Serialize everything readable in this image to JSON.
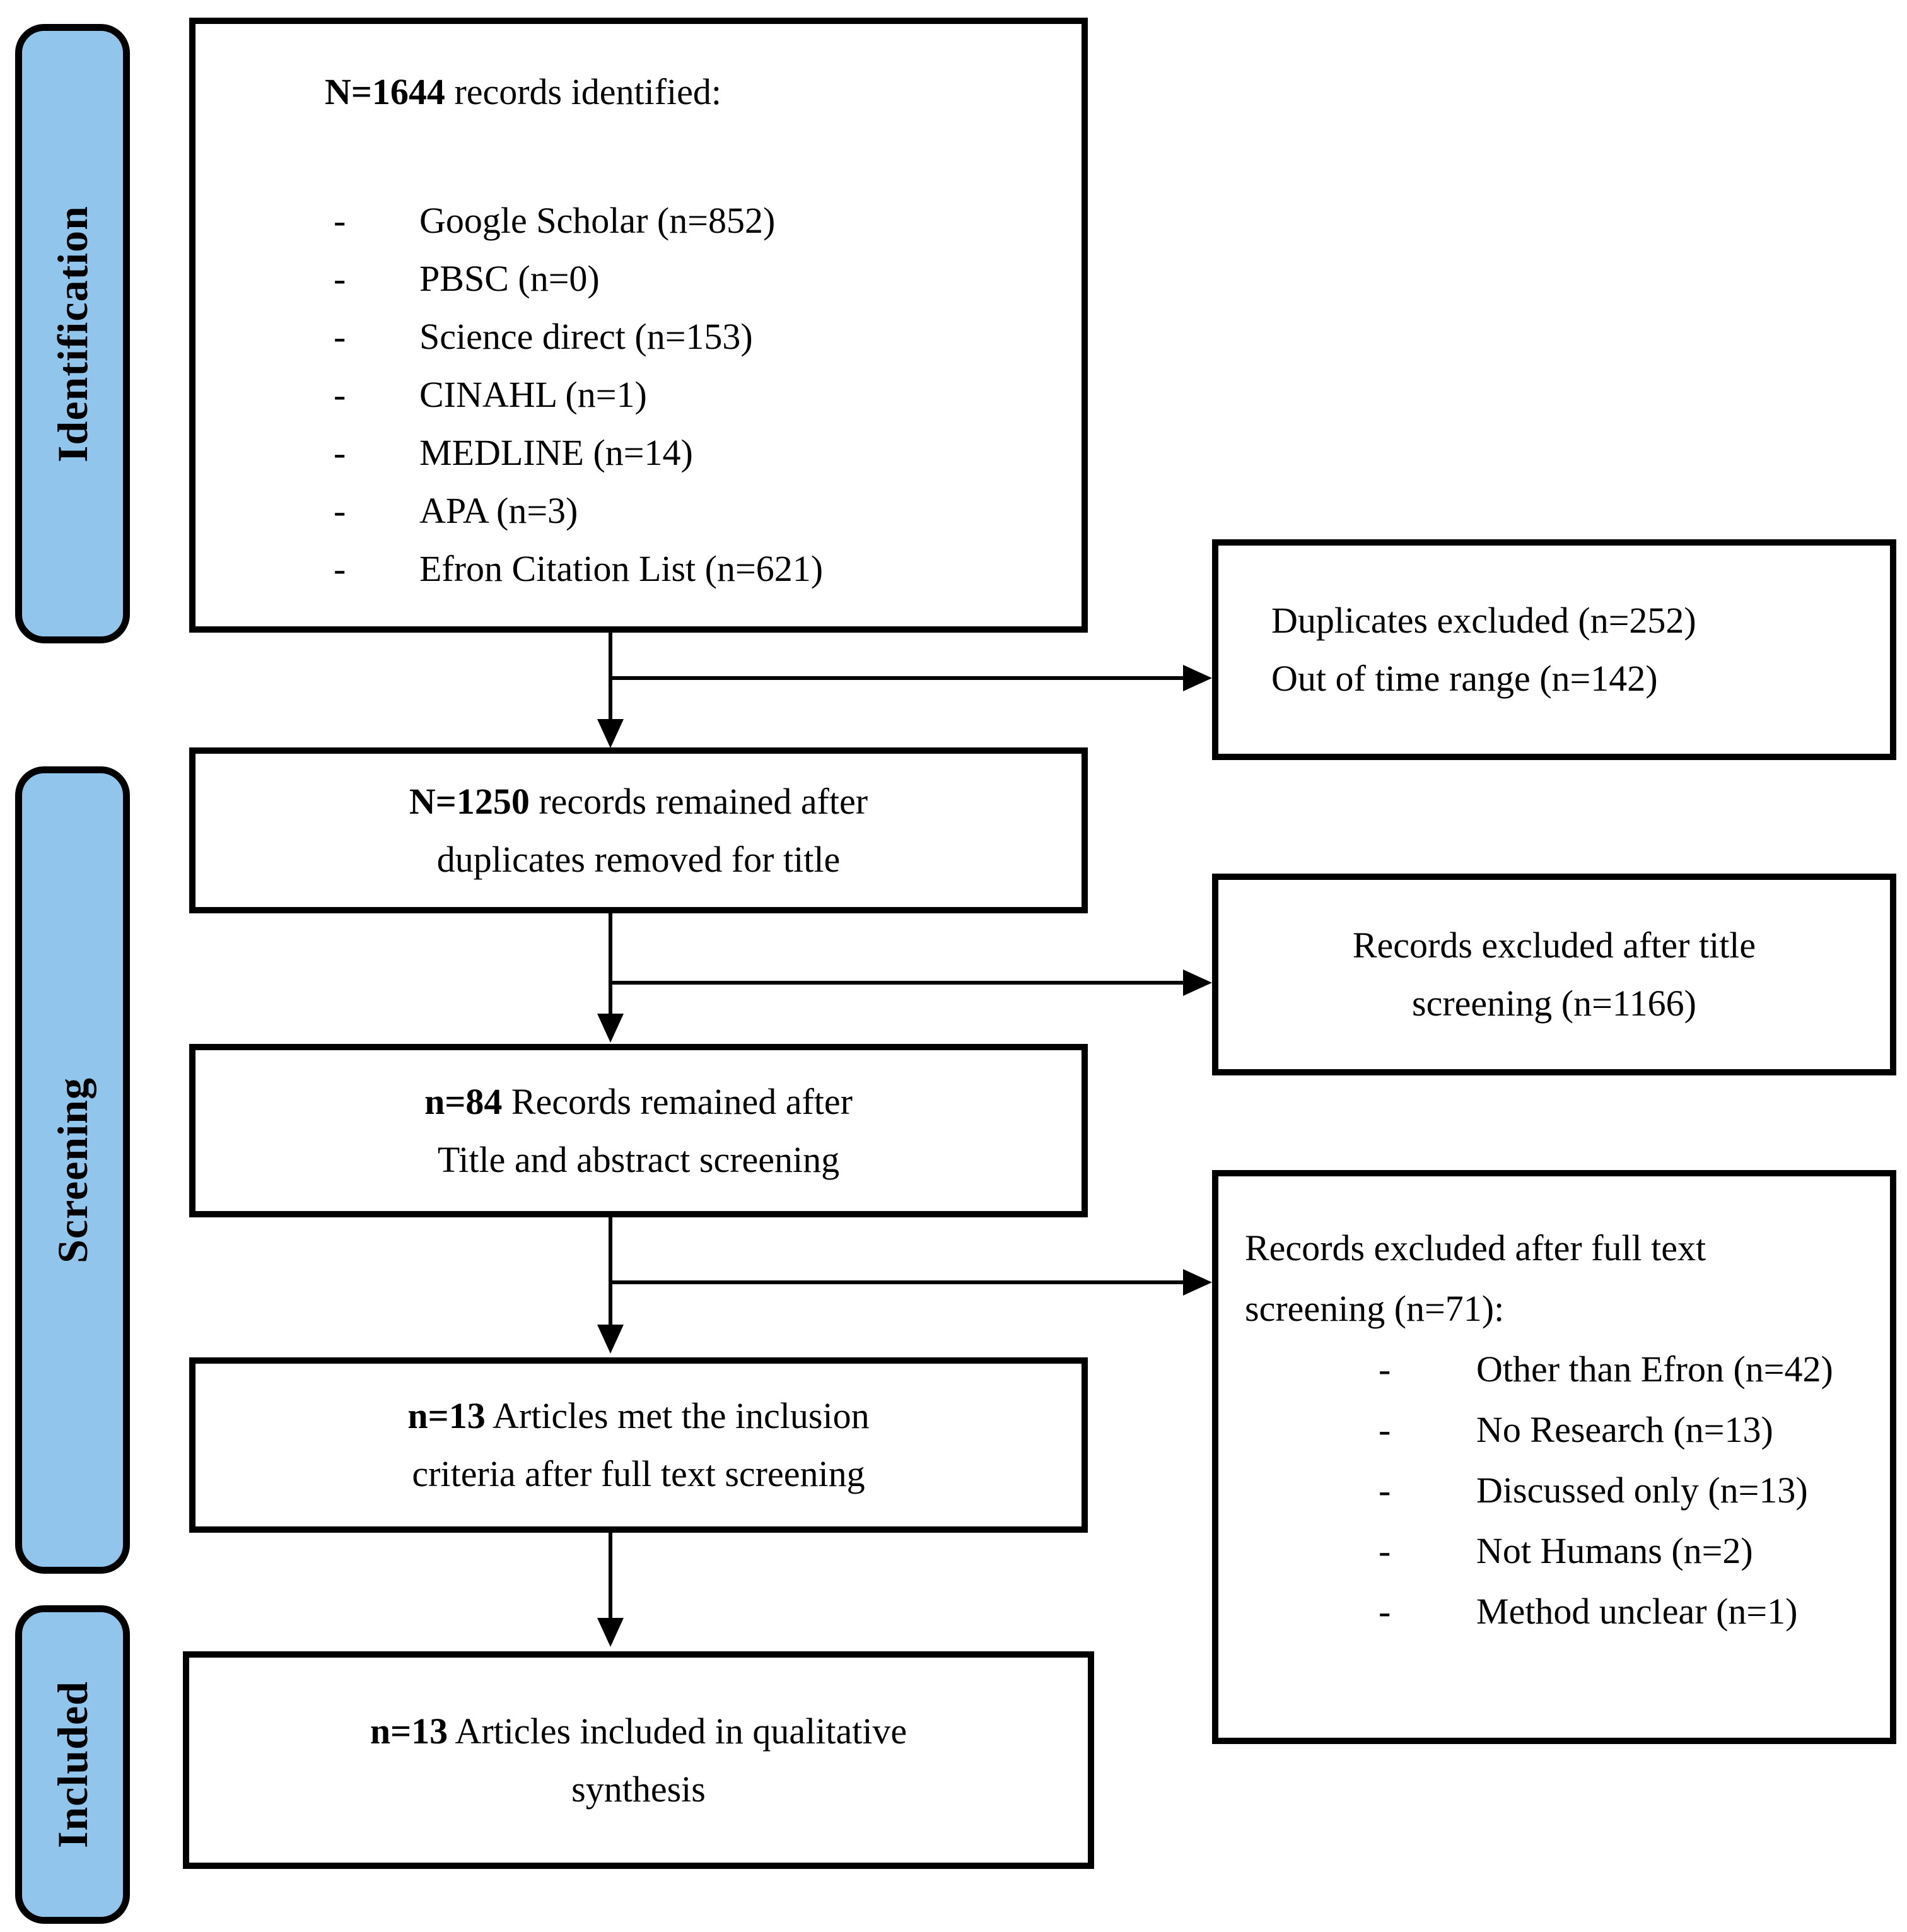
{
  "palette": {
    "stage_fill": "#91c5eb",
    "line_color": "#000000",
    "background": "#ffffff"
  },
  "bullet": "-",
  "stages": [
    {
      "label": "Identification"
    },
    {
      "label": "Screening"
    },
    {
      "label": "Included"
    }
  ],
  "flow": {
    "identified": {
      "lead": "N=1644",
      "rest": " records identified:",
      "sources": [
        "Google Scholar (n=852)",
        "PBSC (n=0)",
        "Science direct (n=153)",
        "CINAHL (n=1)",
        "MEDLINE (n=14)",
        "APA (n=3)",
        "Efron Citation List (n=621)"
      ]
    },
    "after_duplicates": {
      "lead": "N=1250",
      "rest": " records remained after",
      "line2": "duplicates removed for title"
    },
    "after_title_abstract": {
      "lead": "n=84",
      "rest": " Records remained after",
      "line2": "Title and abstract screening"
    },
    "inclusion_criteria": {
      "lead": "n=13",
      "rest": " Articles met the inclusion",
      "line2": "criteria after full text screening"
    },
    "qualitative_synthesis": {
      "lead": "n=13",
      "rest": " Articles included in qualitative",
      "line2": "synthesis"
    }
  },
  "exclusions": {
    "duplicates": {
      "line1": "Duplicates excluded (n=252)",
      "line2": "Out of time range (n=142)"
    },
    "title_screening": {
      "line1": "Records excluded after title",
      "line2": "screening (n=1166)"
    },
    "fulltext_screening": {
      "line1": "Records excluded after full text",
      "line2": "screening (n=71):",
      "reasons": [
        "Other than Efron (n=42)",
        "No Research (n=13)",
        "Discussed only (n=13)",
        "Not Humans (n=2)",
        "Method unclear (n=1)"
      ]
    }
  }
}
